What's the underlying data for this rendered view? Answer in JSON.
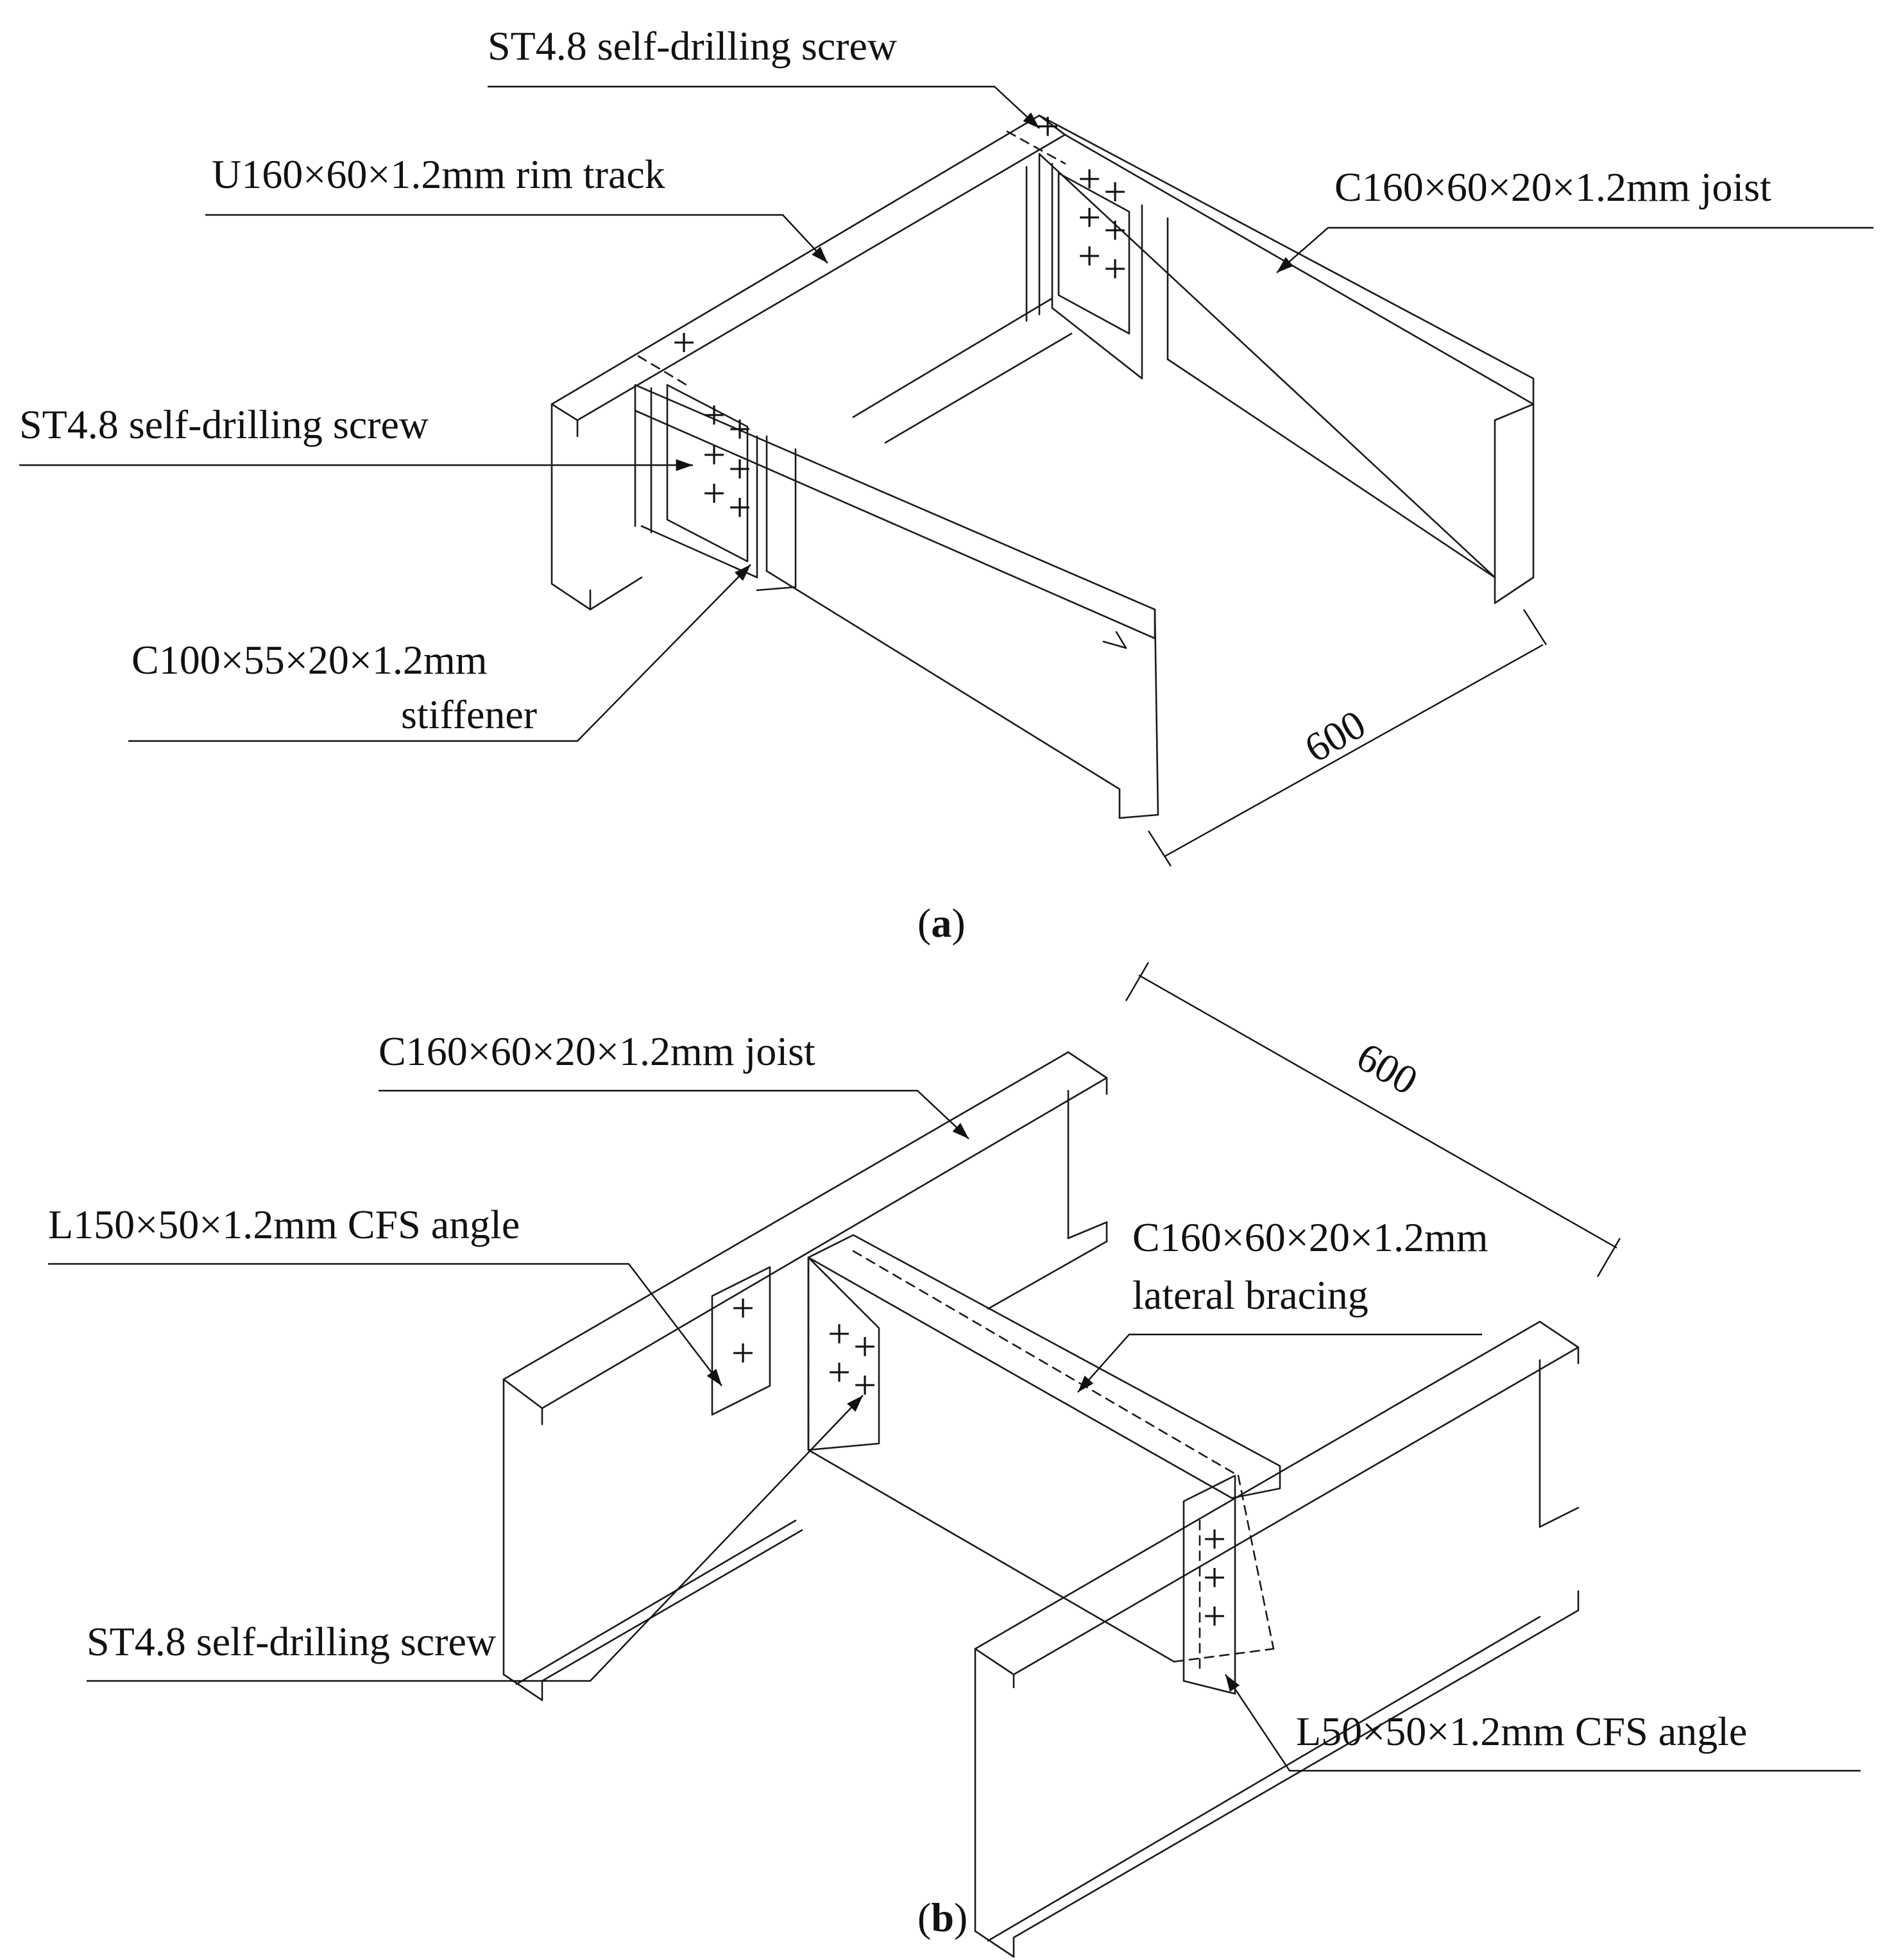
{
  "figure_a": {
    "caption_open": "(",
    "caption_letter": "a",
    "caption_close": ")",
    "labels": {
      "screw_top": "ST4.8 self-drilling screw",
      "rim_track": "U160×60×1.2mm rim track",
      "joist": "C160×60×20×1.2mm joist",
      "screw_left": "ST4.8 self-drilling screw",
      "stiffener_line1": "C100×55×20×1.2mm",
      "stiffener_line2": "stiffener",
      "dimension": "600"
    }
  },
  "figure_b": {
    "caption_open": "(",
    "caption_letter": "b",
    "caption_close": ")",
    "labels": {
      "joist": "C160×60×20×1.2mm joist",
      "angle_150": "L150×50×1.2mm CFS angle",
      "bracing_line1": "C160×60×20×1.2mm",
      "bracing_line2": "lateral bracing",
      "screw": "ST4.8 self-drilling screw",
      "angle_50": "L50×50×1.2mm CFS angle",
      "dimension": "600"
    }
  }
}
